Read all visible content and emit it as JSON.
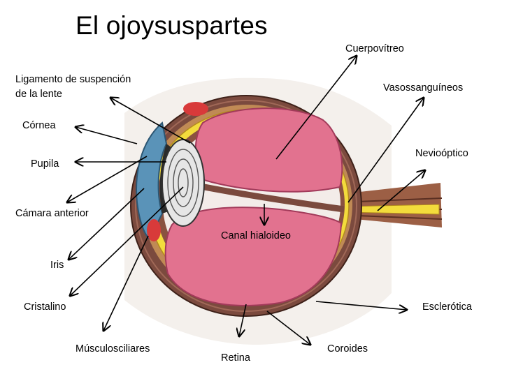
{
  "title": "El ojoysuspartes",
  "labels": {
    "cuerpo_vitreo": "Cuerpovítreo",
    "ligamento_line1": "Ligamento de suspención",
    "ligamento_line2": "de la lente",
    "vasos": "Vasossanguíneos",
    "cornea": "Córnea",
    "nervio": "Nevioóptico",
    "pupila": "Pupila",
    "camara": "Cámara anterior",
    "canal": "Canal hialoideo",
    "iris": "Iris",
    "cristalino": "Cristalino",
    "esclerotica": "Esclerótica",
    "musculos": "Músculosciliares",
    "coroides": "Coroides",
    "retina": "Retina"
  },
  "colors": {
    "sclera": "#7b4a3e",
    "choroid": "#e3b64a",
    "retina": "#f3dc3c",
    "vitreous": "#e2728f",
    "cornea": "#5a93b8",
    "lens": "#e6e6e6",
    "ciliary": "#d83a3a",
    "nerve": "#9c5f45"
  }
}
